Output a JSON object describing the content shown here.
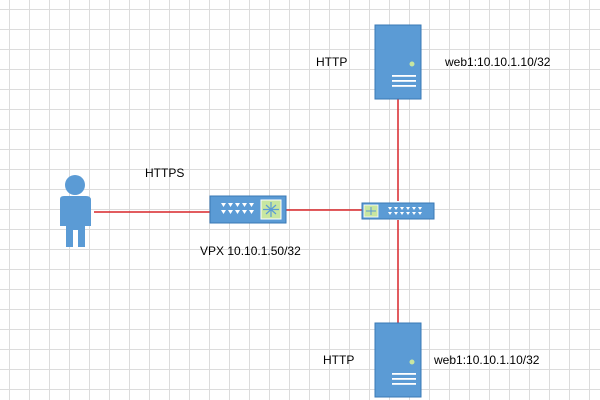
{
  "colors": {
    "link": "#d9262a",
    "device_fill": "#5b9bd5",
    "device_stroke": "#3a78b5",
    "port": "#ffffff",
    "accent_panel": "#c8e6a0",
    "grid": "#dcdcdc"
  },
  "nodes": {
    "user": {
      "icon": "user-icon"
    },
    "vpx": {
      "icon": "load-balancer-icon",
      "label": "VPX 10.10.1.50/32"
    },
    "switch": {
      "icon": "switch-icon"
    },
    "web_top": {
      "icon": "server-icon",
      "label": "web1:10.10.1.10/32",
      "protocol": "HTTP"
    },
    "web_bottom": {
      "icon": "server-icon",
      "label": "web1:10.10.1.10/32",
      "protocol": "HTTP"
    }
  },
  "links": {
    "client_protocol": "HTTPS"
  }
}
